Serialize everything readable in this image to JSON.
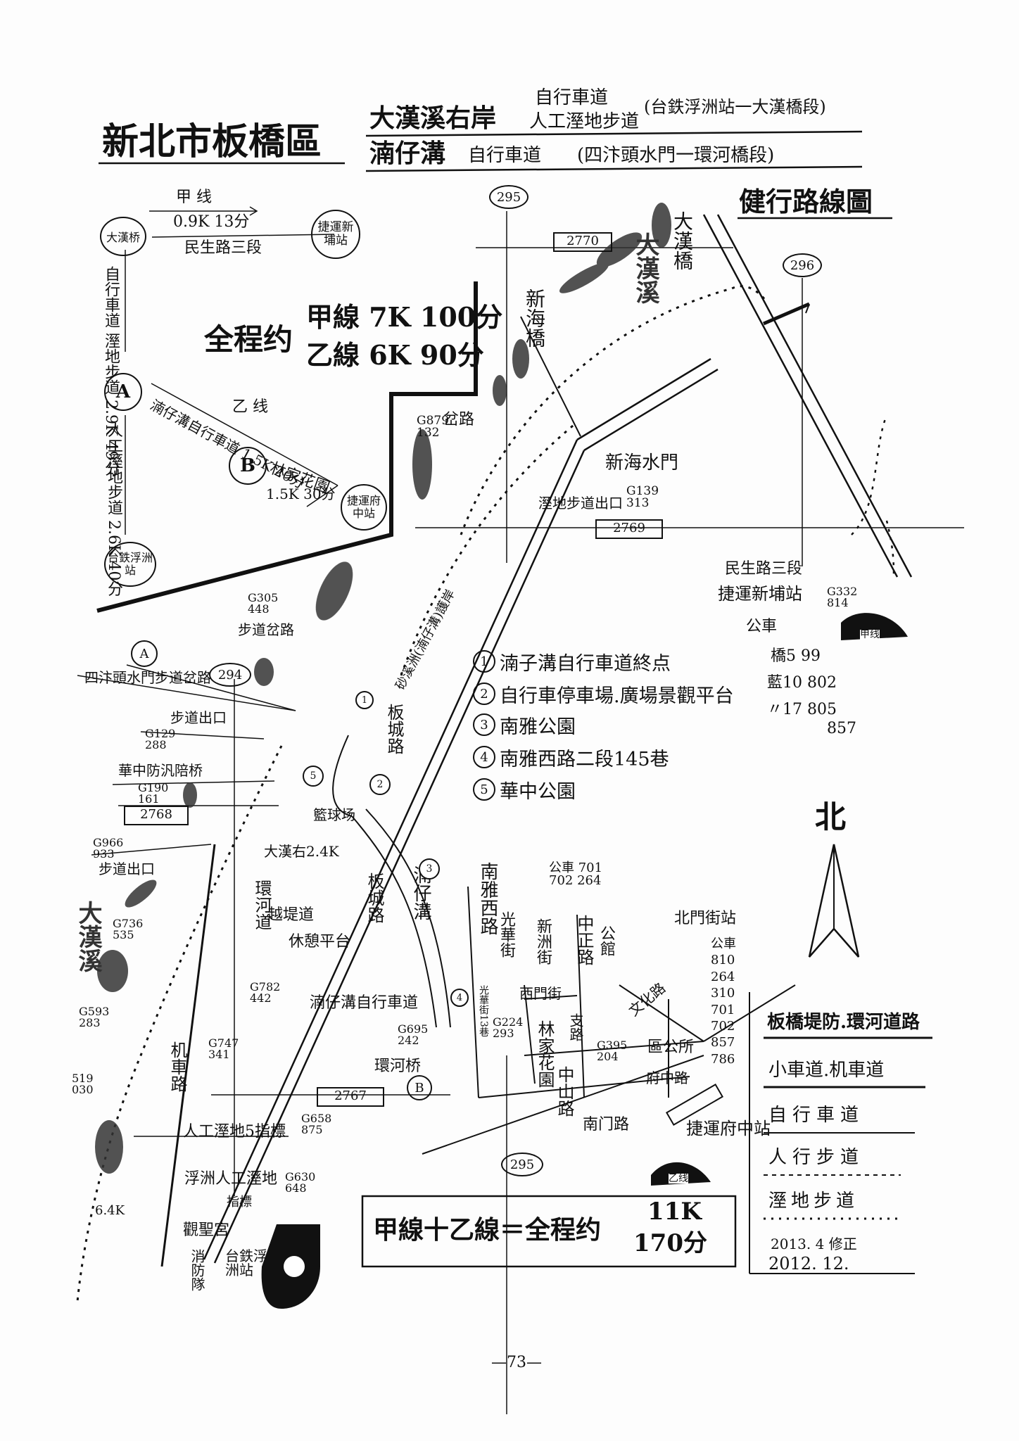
{
  "title": {
    "district": "新北市板橋區",
    "route1_name": "大漢溪右岸",
    "route1_a": "自行車道",
    "route1_b": "人工溼地步道",
    "route1_section": "(台鉄浮洲站一大漢橋段)",
    "route2_name": "湳仔溝",
    "route2_type": "自行車道",
    "route2_section": "(四汴頭水門一環河橋段)",
    "map_title": "健行路線圖"
  },
  "summary": {
    "prefix": "全程约",
    "line_a": "甲線 7K 100分",
    "line_b": "乙線 6K 90分",
    "total": "甲線十乙線＝全程约",
    "total_dist": "11K",
    "total_time": "170分"
  },
  "left_panel": {
    "jia_label": "甲 线",
    "jia_dist": "0.9K  13分",
    "jia_road": "民生路三段",
    "node_daha": "大漢桥",
    "node_mrt_xinpu": "捷運新埔站",
    "seg1": "自行車道 溼地步道 2.9K 49分",
    "circle_a": "A",
    "seg2": "人工溼地步道 2.6K 40分",
    "node_fuzhou": "台鉄浮洲站",
    "yi_label": "乙  线",
    "yi_seg": "湳仔溝自行車道 1.5K 20分",
    "circle_b": "B",
    "linjia": "林家花園",
    "linjia_dist": "1.5K 30分",
    "node_fuzhong": "捷運府中站"
  },
  "roads": {
    "r295": "295",
    "r296": "296",
    "r294": "294",
    "r2770": "2770",
    "r2769": "2769",
    "r2768": "2768",
    "r2767": "2767"
  },
  "places": {
    "xinhai_bridge": "新海橋",
    "dahan_bridge": "大漢橋",
    "dahan_river": "大漢溪",
    "dahan_river2": "大漢溪",
    "xinhai_gate": "新海水門",
    "wetland_exit": "溼地步道出口",
    "g139": "G139 313",
    "g879": "G879 132",
    "fork_road": "岔路",
    "minsheng": "民生路三段",
    "mrt_xinpu": "捷運新埔站",
    "g332": "G332 814",
    "bus": "公車",
    "bus1": "橋5    99",
    "bus2": "藍10  802",
    "bus3": "〃17  805",
    "bus4": "857",
    "jia_tag": "甲线",
    "yi_tag": "乙线",
    "g305": "G305 448",
    "walk_fork": "步道岔路",
    "dike": "砂溪洲(湳仔溝)護岸",
    "circle_a2": "A",
    "sibiantou": "四汴頭水門步道岔路",
    "walk_exit": "步道出口",
    "g129": "G129 288",
    "huazhong": "華中防汎陪桥",
    "g190": "G190 161",
    "banqiao_rd": "板城路",
    "golf": "籃球场",
    "dahan_24k": "大漢右2.4K",
    "g966": "G966 933",
    "walk_exit2": "步道出口",
    "huanhe": "環河道",
    "cross_dike": "越堤道",
    "rest": "休憩平台",
    "banqiao_rd2": "板城路",
    "nanzi_gou": "湳仔溝",
    "g736": "G736 535",
    "g782": "G782 442",
    "g747": "G747 341",
    "nanzi_bike": "湳仔溝自行車道",
    "g695": "G695 242",
    "huanhe_bridge": "環河桥",
    "circle_b2": "B",
    "g593": "G593 283",
    "g519": "519 030",
    "machine_rd": "机車路",
    "wetland5": "人工溼地5指標",
    "g658": "G658 875",
    "fuzhou_wet": "浮洲人工溼地",
    "sign": "指標",
    "g630": "G630 648",
    "k64": "6.4K",
    "guansheng": "觀聖宮",
    "fire": "消防隊",
    "fuzhou_st": "台鉄浮洲站",
    "nanya_west": "南雅西路",
    "guanghua": "光華街",
    "linjia_garden": "林家花園",
    "xinyi": "新洲街",
    "zhongzheng": "中正路",
    "bus_b": "公車 701 702 264",
    "beimen": "北門街站",
    "beimen_bus": "公車 810 264 310 701 702 857 786",
    "g224": "G224 293",
    "g395": "G395 204",
    "district_office": "區公所",
    "fuzhong_rd": "府中路",
    "zhongshan": "中山路",
    "nanmen": "南门路",
    "mrt_fuzhong": "捷運府中站",
    "xima": "西門街",
    "gongcheng": "公館",
    "wenhua": "文化路",
    "zhiyi": "支路",
    "lane13": "光華街13巷",
    "north": "北"
  },
  "legend_pts": [
    {
      "n": "1",
      "text": "湳子溝自行車道終点"
    },
    {
      "n": "2",
      "text": "自行車停車場.廣場景觀平台"
    },
    {
      "n": "3",
      "text": "南雅公園"
    },
    {
      "n": "4",
      "text": "南雅西路二段145巷"
    },
    {
      "n": "5",
      "text": "華中公園"
    }
  ],
  "legend_lines": {
    "header": "板橋堤防.環河道路",
    "l1": "小車道.机車道",
    "l2": "自行車道",
    "l3": "人行步道",
    "l4": "溼地步道",
    "rev1": "2013. 4 修正",
    "rev2": "2012. 12."
  },
  "page_number": "—73—"
}
